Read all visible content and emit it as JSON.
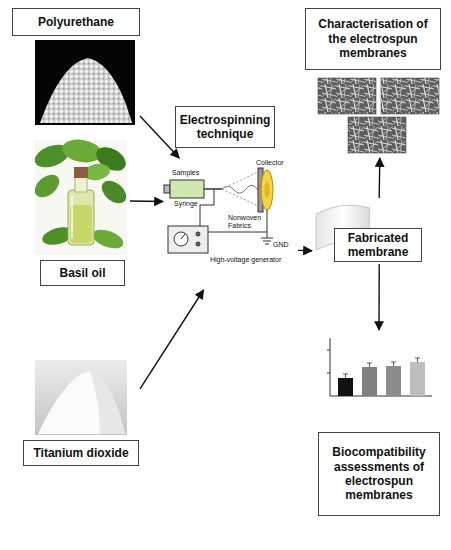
{
  "diagram": {
    "nodes": [
      {
        "text": [
          "Polyurethane"
        ]
      },
      {
        "text": [
          "Basil oil"
        ]
      },
      {
        "text": [
          "Titanium dioxide"
        ]
      },
      {
        "text": [
          "Electrospinning technique"
        ]
      },
      {
        "text": [
          "Fabricated membrane"
        ]
      },
      {
        "text": [
          "Characterisation of the electrospun membranes"
        ]
      },
      {
        "text": [
          "Biocompatibility assessments of electrospun membranes"
        ]
      }
    ],
    "edges": [
      {
        "from": 0,
        "to": 3,
        "arrow": "to"
      },
      {
        "from": 1,
        "to": 3,
        "arrow": "to"
      },
      {
        "from": 2,
        "to": 3,
        "arrow": "to"
      },
      {
        "from": 3,
        "to": 4,
        "arrow": "to"
      },
      {
        "from": 4,
        "to": 5,
        "arrow": "to"
      },
      {
        "from": 4,
        "to": 6,
        "arrow": "to"
      }
    ],
    "labels": [
      "Samples",
      "Syringe",
      "Nonwoven Fabrics",
      "Collector",
      "GND",
      "High-voltage generator"
    ]
  }
}
